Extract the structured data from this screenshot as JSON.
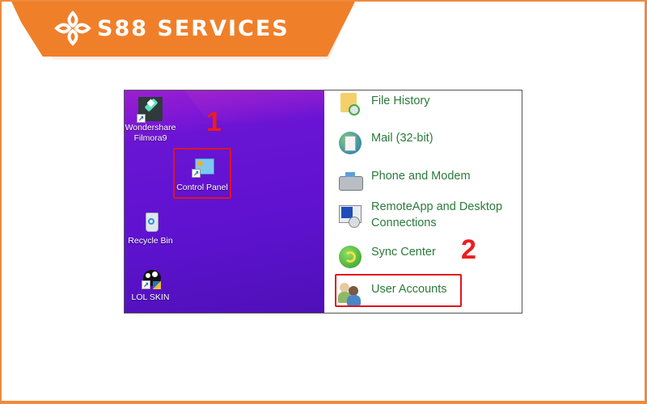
{
  "brand": {
    "name": "S88 SERVICES",
    "color": "#f07f2a"
  },
  "desktop": {
    "icons": [
      {
        "label_line1": "Wondershare",
        "label_line2": "Filmora9",
        "icon": "filmora-icon"
      },
      {
        "label_line1": "Control Panel",
        "label_line2": "",
        "icon": "control-panel-icon"
      },
      {
        "label_line1": "Recycle Bin",
        "label_line2": "",
        "icon": "recycle-bin-icon"
      },
      {
        "label_line1": "LOL SKIN",
        "label_line2": "",
        "icon": "lol-skin-icon"
      }
    ]
  },
  "control_panel": {
    "items": [
      {
        "label": "File History",
        "icon": "file-history-icon"
      },
      {
        "label": "Mail (32-bit)",
        "icon": "mail-icon"
      },
      {
        "label": "Phone and Modem",
        "icon": "phone-modem-icon"
      },
      {
        "label_line1": "RemoteApp and Desktop",
        "label_line2": "Connections",
        "icon": "remoteapp-icon"
      },
      {
        "label": "Sync Center",
        "icon": "sync-center-icon"
      },
      {
        "label": "User Accounts",
        "icon": "user-accounts-icon"
      }
    ],
    "label_color": "#2b7a3a"
  },
  "annotations": {
    "step1": "1",
    "step2": "2",
    "highlight_color": "#e0141e"
  }
}
